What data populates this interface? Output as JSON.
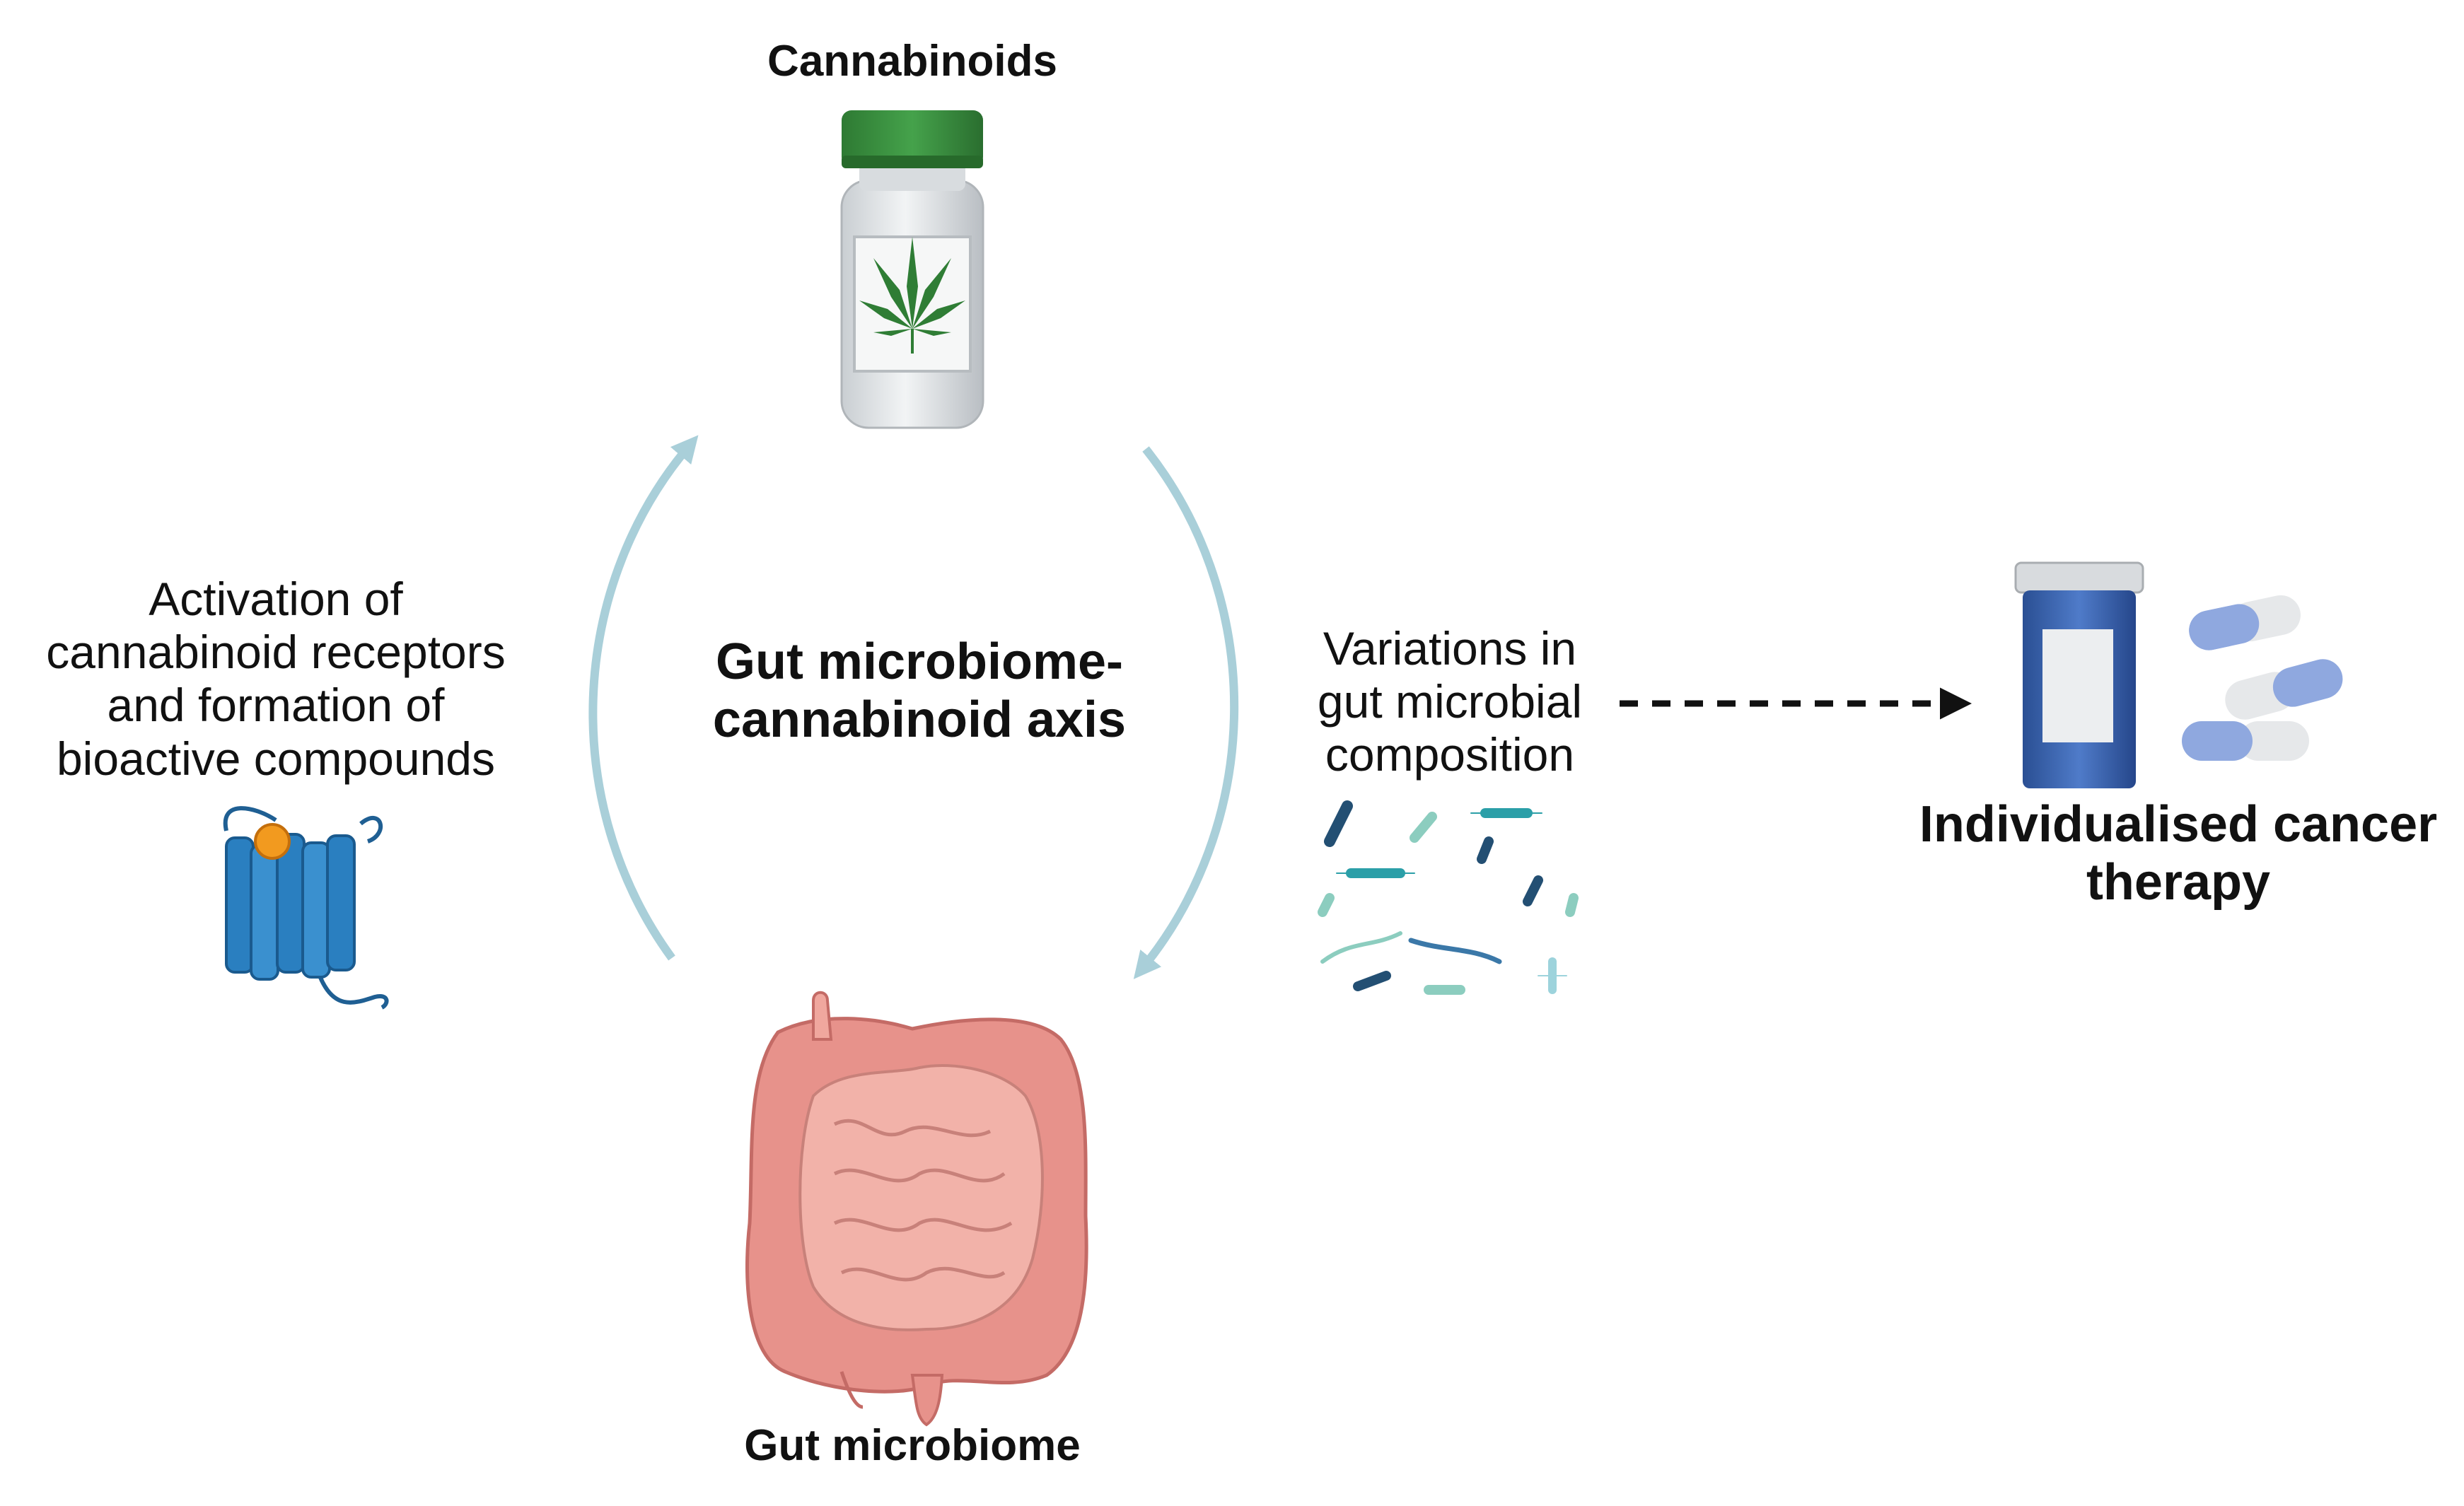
{
  "labels": {
    "cannabinoids": "Cannabinoids",
    "axis_line1": "Gut microbiome-",
    "axis_line2": "cannabinoid axis",
    "gut_microbiome": "Gut microbiome",
    "activation_lines": [
      "Activation of",
      "cannabinoid receptors",
      "and formation of",
      "bioactive compounds"
    ],
    "variation_lines": [
      "Variations in",
      "gut microbial",
      "composition"
    ],
    "therapy_line1": "Individualised cancer",
    "therapy_line2": "therapy"
  },
  "icons": {
    "bottle": "cannabis-bottle-icon",
    "leaf": "cannabis-leaf-icon",
    "receptor": "cannabinoid-receptor-icon",
    "bacteria": "bacteria-cluster-icon",
    "intestine": "intestine-icon",
    "pill_bottle": "pill-bottle-icon",
    "capsules": "capsule-icon"
  },
  "colors": {
    "cycle_arrow": "#a9cfd9",
    "cap_green": "#3a8c3f",
    "leaf_green": "#2f7d35",
    "receptor_blue": "#2a7fc0",
    "ligand_orange": "#f29a1f",
    "intestine_pink": "#e8a29a",
    "pill_blue": "#3f6bb5",
    "capsule_blue": "#8fa8df"
  }
}
